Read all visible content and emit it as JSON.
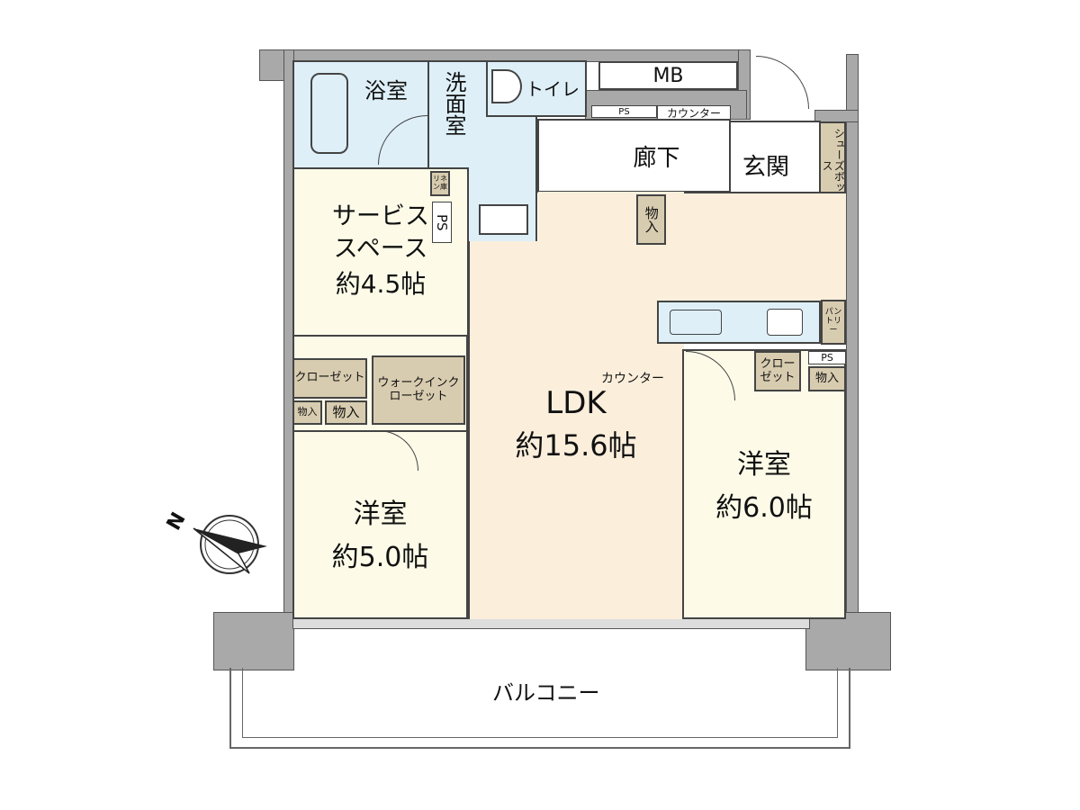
{
  "rooms": {
    "bath": "浴室",
    "washroom": "洗面室",
    "toilet": "トイレ",
    "mb": "MB",
    "ps_top": "PS",
    "counter_top": "カウンター",
    "hallway": "廊下",
    "entrance": "玄関",
    "shoebox": "シューズボックス",
    "linen": "リネン庫",
    "ps_wash": "PS",
    "storage_hall": "物入",
    "service_space": {
      "name_line1": "サービス",
      "name_line2": "スペース",
      "size": "約4.5帖"
    },
    "closet_left": "クローゼット",
    "walkin": "ウォークインクローゼット",
    "storage_left1": "物入",
    "storage_left2": "物入",
    "western_left": {
      "name": "洋室",
      "size": "約5.0帖"
    },
    "ldk": {
      "name": "LDK",
      "size": "約15.6帖"
    },
    "counter_ldk": "カウンター",
    "pantry": "パントリー",
    "closet_right": "クローゼット",
    "ps_right": "PS",
    "storage_right": "物入",
    "western_right": {
      "name": "洋室",
      "size": "約6.0帖"
    },
    "balcony": "バルコニー"
  },
  "compass": {
    "label": "N"
  },
  "colors": {
    "wet": "#deeff8",
    "cream": "#fdfbe8",
    "ldk": "#fbefdc",
    "storage": "#d8ccb0",
    "wall": "#a9a9a9"
  }
}
